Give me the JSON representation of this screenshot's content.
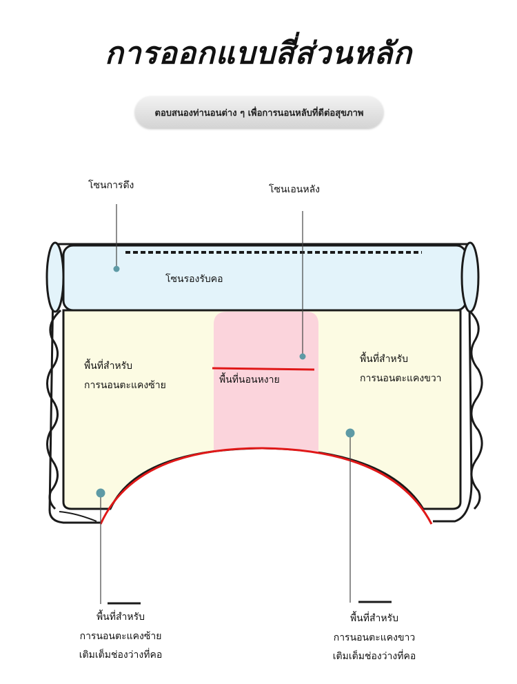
{
  "title": "การออกแบบสี่ส่วนหลัก",
  "subtitle": "ตอบสนองท่านอนต่าง ๆ เพื่อการนอนหลับที่ดีต่อสุขภาพ",
  "labels": {
    "pull_zone": "โซนการดึง",
    "back_zone": "โซนเอนหลัง",
    "neck_support": "โซนรองรับคอ",
    "side_left_1": "พื้นที่สำหรับ",
    "side_left_2": "การนอนตะแคงซ้าย",
    "side_right_1": "พื้นที่สำหรับ",
    "side_right_2": "การนอนตะแคงขวา",
    "supine": "พื้นที่นอนหงาย",
    "bottom_left_1": "พื้นที่สำหรับ",
    "bottom_left_2": "การนอนตะแคงซ้าย",
    "bottom_left_3": "เติมเต็มช่องว่างที่คอ",
    "bottom_right_1": "พื้นที่สำหรับ",
    "bottom_right_2": "การนอนตะแคงขาว",
    "bottom_right_3": "เติมเต็มช่องว่างที่คอ"
  },
  "colors": {
    "neck_zone": "#e3f3fa",
    "body_zone": "#fcfbe3",
    "supine_zone": "#fbd4dc",
    "accent_red": "#e01818",
    "dot": "#5e9aa5",
    "outline": "#1a1a1a"
  }
}
